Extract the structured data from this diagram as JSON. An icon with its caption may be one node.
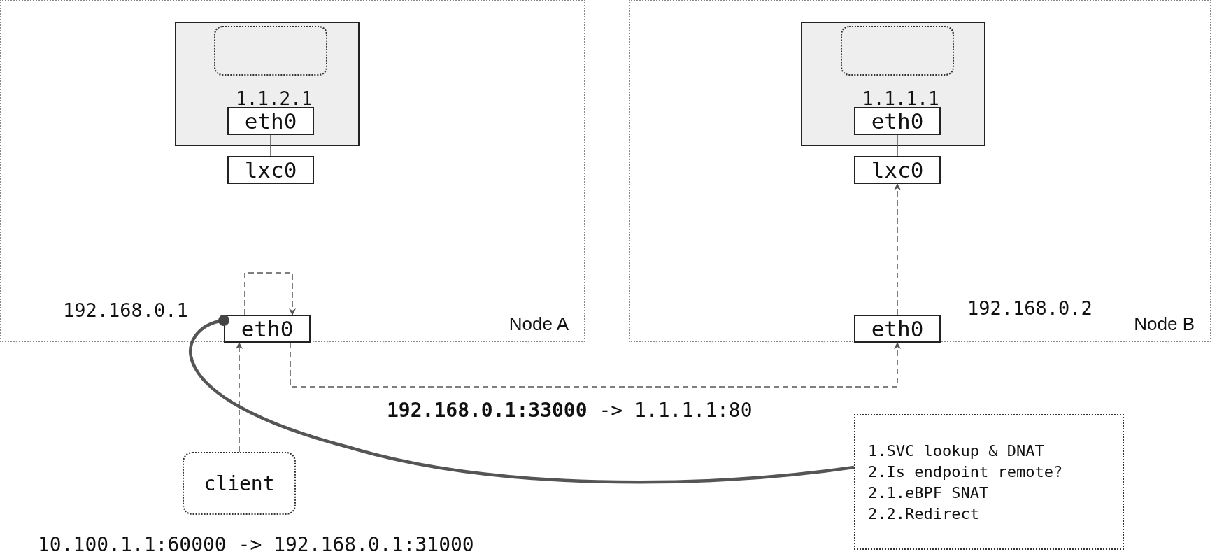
{
  "diagram": {
    "nodes": [
      {
        "text": [
          "Node A"
        ]
      },
      {
        "text": [],
        "shape": "box",
        "in": 0
      },
      {
        "text": [],
        "shape": "box",
        "in": 1
      },
      {
        "text": [
          "eth0"
        ],
        "beside": [
          "1.1.2.1"
        ],
        "in": 1
      },
      {
        "text": [
          "lxc0"
        ],
        "in": 0
      },
      {
        "text": [
          "eth0"
        ],
        "beside": [
          "192.168.0.1"
        ],
        "in": 0
      },
      {
        "text": [
          "Node B"
        ]
      },
      {
        "text": [],
        "shape": "box",
        "in": 6
      },
      {
        "text": [],
        "shape": "box",
        "in": 7
      },
      {
        "text": [
          "eth0"
        ],
        "beside": [
          "1.1.1.1"
        ],
        "in": 7
      },
      {
        "text": [
          "lxc0"
        ],
        "in": 6
      },
      {
        "text": [
          "eth0"
        ],
        "beside": [
          "192.168.0.2"
        ],
        "in": 6
      },
      {
        "text": [
          "client"
        ]
      },
      {
        "text": [
          "1.SVC lookup & DNAT",
          "2.Is endpoint remote?",
          "2.1.eBPF SNAT",
          "2.2.Redirect"
        ]
      }
    ],
    "edges": [
      {
        "from": 3,
        "to": 4,
        "arrow": "none"
      },
      {
        "from": 9,
        "to": 10,
        "arrow": "none"
      },
      {
        "from": 12,
        "to": 5,
        "arrow": "to",
        "style": "dashed"
      },
      {
        "from": 5,
        "to": 5,
        "arrow": "to",
        "style": "dashed"
      },
      {
        "from": 5,
        "to": 11,
        "arrow": "to",
        "style": "dashed"
      },
      {
        "from": 11,
        "to": 10,
        "arrow": "to",
        "style": "dashed"
      },
      {
        "from": 13,
        "to": 5,
        "arrow": "other",
        "style": "thick"
      }
    ],
    "labels": [
      "**192.168.0.1:33000** -> 1.1.1.1:80",
      "10.100.1.1:60000 -> 192.168.0.1:31000"
    ]
  }
}
